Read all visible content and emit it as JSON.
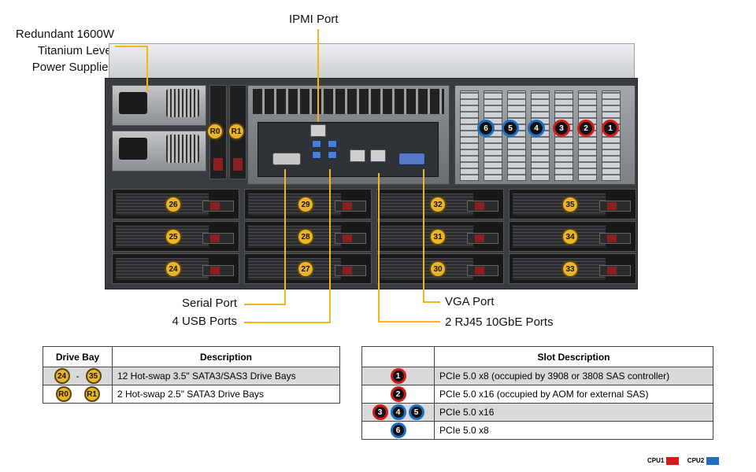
{
  "callouts": {
    "psu": [
      "Redundant  1600W",
      "Titanium  Level",
      "Power Supplies"
    ],
    "ipmi": "IPMI Port",
    "serial": "Serial Port",
    "usb": "4 USB Ports",
    "vga": "VGA Port",
    "rj45": "2 RJ45 10GbE Ports"
  },
  "chassis": {
    "rear_drives": [
      "R0",
      "R1"
    ],
    "pcie_slots": [
      {
        "num": "6",
        "cpu": "CPU2"
      },
      {
        "num": "5",
        "cpu": "CPU2"
      },
      {
        "num": "4",
        "cpu": "CPU2"
      },
      {
        "num": "3",
        "cpu": "CPU1"
      },
      {
        "num": "2",
        "cpu": "CPU1"
      },
      {
        "num": "1",
        "cpu": "CPU1"
      }
    ],
    "drive_bays": [
      [
        "26",
        "29",
        "32",
        "35"
      ],
      [
        "25",
        "28",
        "31",
        "34"
      ],
      [
        "24",
        "27",
        "30",
        "33"
      ]
    ]
  },
  "drive_table": {
    "headers": [
      "Drive Bay",
      "Description"
    ],
    "rows": [
      {
        "badges": [
          "24",
          "-",
          "35"
        ],
        "description": "12 Hot-swap  3.5\" SATA3/SAS3 Drive  Bays"
      },
      {
        "badges": [
          "R0",
          "R1"
        ],
        "description": "2 Hot-swap  2.5\" SATA3 Drive  Bays"
      }
    ]
  },
  "slot_table": {
    "headers": [
      "",
      "Slot Description"
    ],
    "rows": [
      {
        "badges": [
          {
            "num": "1",
            "cpu": "CPU1"
          }
        ],
        "description": "PCIe 5.0 x8 (occupied by 3908 or 3808 SAS controller)"
      },
      {
        "badges": [
          {
            "num": "2",
            "cpu": "CPU1"
          }
        ],
        "description": "PCIe 5.0 x16 (occupied by AOM for external SAS)"
      },
      {
        "badges": [
          {
            "num": "3",
            "cpu": "CPU1"
          },
          {
            "num": "4",
            "cpu": "CPU2"
          },
          {
            "num": "5",
            "cpu": "CPU2"
          }
        ],
        "description": "PCIe 5.0 x16"
      },
      {
        "badges": [
          {
            "num": "6",
            "cpu": "CPU2"
          }
        ],
        "description": "PCIe 5.0 x8"
      }
    ]
  },
  "legend": [
    {
      "label": "CPU1",
      "color": "#d21c1c"
    },
    {
      "label": "CPU2",
      "color": "#1e6fc2"
    }
  ]
}
